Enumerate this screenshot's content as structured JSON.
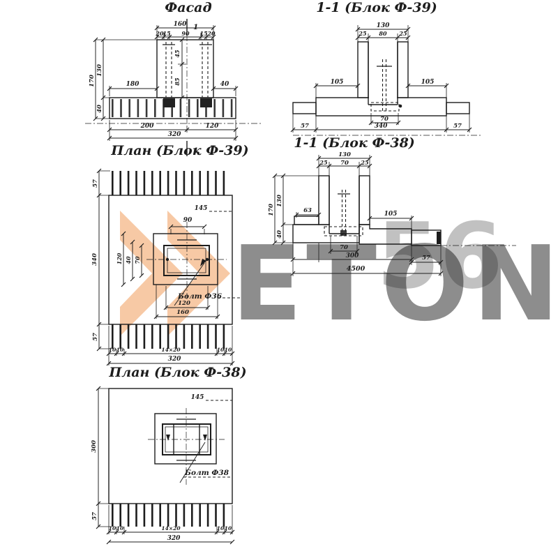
{
  "ink_color": "#1d1d1d",
  "paper_color": "#ffffff",
  "watermark": {
    "text": "ETON",
    "glyphs": "56",
    "accent_color": "#ef8a3a",
    "gray_color": "#c9c9c9"
  },
  "views": {
    "facade": {
      "title": "Фасад",
      "section_mark": "1",
      "top_overall": "160",
      "top_segs": [
        "20",
        "15",
        "90",
        "15",
        "20"
      ],
      "left_total": "170",
      "left_upper": "130",
      "left_lower": "40",
      "ledge_left": "180",
      "ledge_right": "40",
      "mid_upper": "45",
      "mid_lower": "85",
      "bottom_left": "200",
      "bottom_right": "120",
      "bottom_overall": "320"
    },
    "section_f39": {
      "title": "1-1 (Блок Ф-39)",
      "top_overall": "130",
      "top_segs": [
        "25",
        "80",
        "25"
      ],
      "ledge_left": "105",
      "ledge_right": "105",
      "anchor_width": "70",
      "base_width": "340",
      "stub_left": "57",
      "stub_right": "57"
    },
    "section_f38": {
      "title": "1-1 (Блок Ф-38)",
      "top_overall": "130",
      "top_segs": [
        "25",
        "70",
        "25"
      ],
      "left_total": "170",
      "left_upper": "130",
      "left_lower": "40",
      "shelf_width": "63",
      "ledge_right": "105",
      "anchor_width": "70",
      "base_width": "300",
      "length_overall": "4500",
      "stub_right": "57"
    },
    "plan_f39": {
      "title": "План (Блок Ф-39)",
      "rib_top": "57",
      "side_height": "340",
      "rib_bottom": "57",
      "corner_offset": "145",
      "hole_width": "90",
      "hole_dims": [
        "120",
        "40",
        "70"
      ],
      "bolt_label": "Болт Ф36",
      "bolt_dim_inner": "120",
      "bolt_dim_outer": "160",
      "bottom_segs": [
        "10",
        "10",
        "14×20",
        "10",
        "10"
      ],
      "bottom_overall": "320"
    },
    "plan_f38": {
      "title": "План (Блок Ф-38)",
      "corner_offset": "145",
      "side_height": "300",
      "rib_bottom": "57",
      "bolt_label": "Болт Ф38",
      "bottom_segs": [
        "10",
        "10",
        "14×20",
        "10",
        "10"
      ],
      "bottom_overall": "320"
    }
  }
}
